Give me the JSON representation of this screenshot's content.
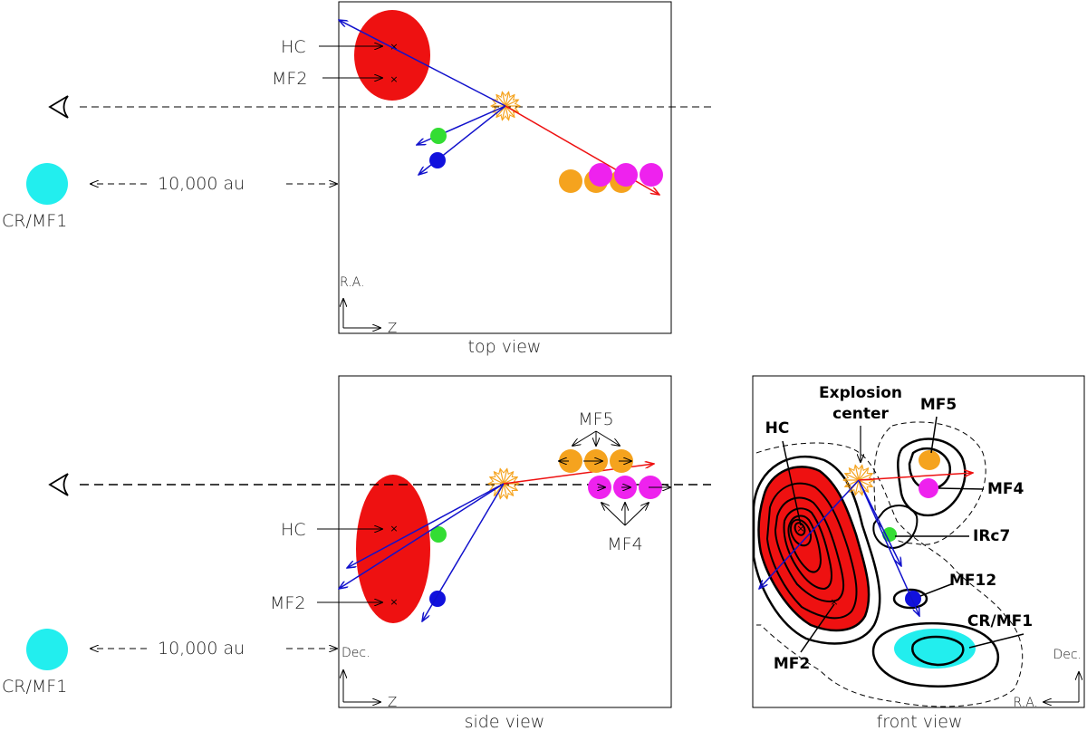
{
  "panels": {
    "top": {
      "caption": "top view",
      "axis_vertical": "R.A.",
      "axis_horizontal": "Z"
    },
    "side": {
      "caption": "side view",
      "axis_vertical": "Dec.",
      "axis_horizontal": "Z"
    },
    "front": {
      "caption": "front view",
      "axis_vertical": "Dec.",
      "axis_horizontal": "R.A."
    }
  },
  "labels": {
    "hc": "HC",
    "mf2": "MF2",
    "mf4": "MF4",
    "mf5": "MF5",
    "mf12": "MF12",
    "irc7": "IRc7",
    "cr_mf1": "CR/MF1",
    "explosion_line1": "Explosion",
    "explosion_line2": "center",
    "scale": "10,000 au"
  },
  "colors": {
    "hot_core": "#ee1111",
    "orange": "#f5a31e",
    "magenta": "#ee22ee",
    "green": "#33dd33",
    "blue": "#1111dd",
    "cyan": "#22eeee",
    "red_arrow": "#ee1111",
    "blue_arrow": "#1111cc"
  }
}
